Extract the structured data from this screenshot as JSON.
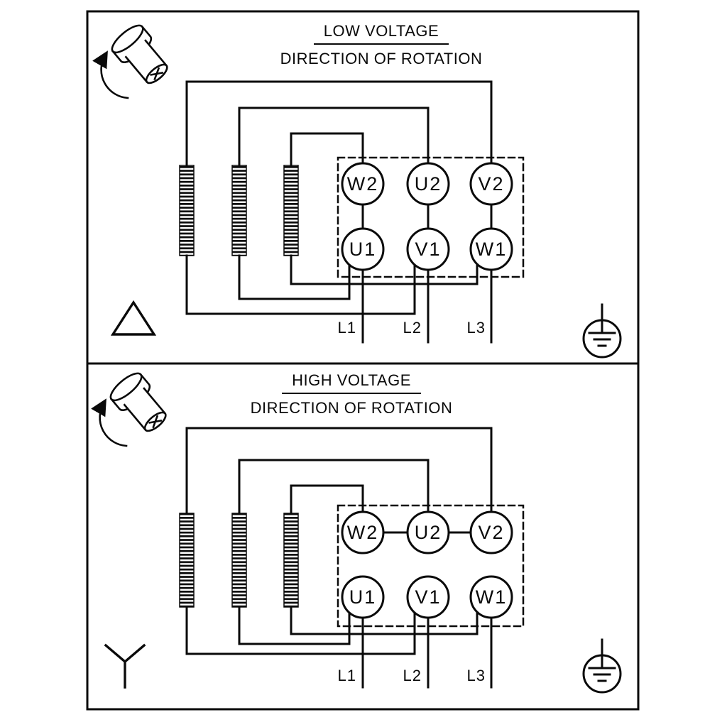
{
  "diagram": {
    "panels": [
      {
        "title": "LOW VOLTAGE",
        "subtitle": "DIRECTION OF ROTATION",
        "connection": "delta",
        "terminals_top": [
          "W2",
          "U2",
          "V2"
        ],
        "terminals_bottom": [
          "U1",
          "V1",
          "W1"
        ],
        "leads": [
          "L1",
          "L2",
          "L3"
        ]
      },
      {
        "title": "HIGH VOLTAGE",
        "subtitle": "DIRECTION OF ROTATION",
        "connection": "star",
        "terminals_top": [
          "W2",
          "U2",
          "V2"
        ],
        "terminals_bottom": [
          "U1",
          "V1",
          "W1"
        ],
        "leads": [
          "L1",
          "L2",
          "L3"
        ]
      }
    ],
    "icons": {
      "rotation": "shaft-rotation-direction-icon",
      "delta": "delta-connection-icon",
      "star": "star-connection-icon",
      "ground": "earth-ground-icon"
    },
    "colors": {
      "line": "#0a0a0a",
      "background": "#ffffff"
    }
  }
}
